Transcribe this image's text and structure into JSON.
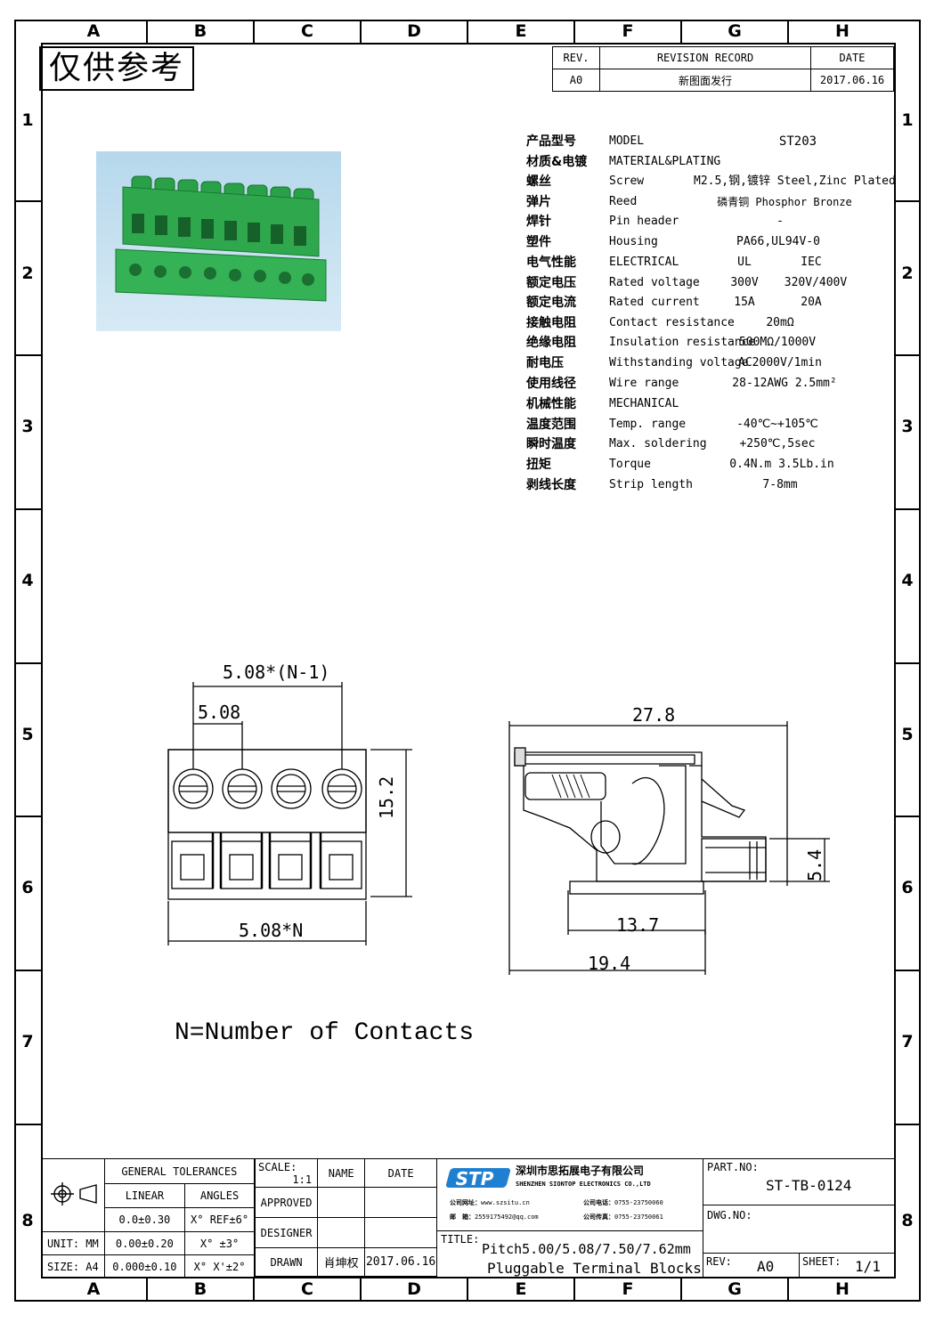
{
  "border": {
    "columns": [
      "A",
      "B",
      "C",
      "D",
      "E",
      "F",
      "G",
      "H"
    ],
    "rows": [
      "1",
      "2",
      "3",
      "4",
      "5",
      "6",
      "7",
      "8"
    ]
  },
  "stamp": "仅供参考",
  "revision": {
    "headers": [
      "REV.",
      "REVISION RECORD",
      "DATE"
    ],
    "row": [
      "A0",
      "新图面发行",
      "2017.06.16"
    ]
  },
  "specs": [
    {
      "cn": "产品型号",
      "en": "MODEL",
      "v1": "ST203",
      "v2": ""
    },
    {
      "cn": "材质&电镀",
      "en": "MATERIAL&PLATING",
      "v1": "",
      "v2": ""
    },
    {
      "cn": "螺丝",
      "en": "Screw",
      "v1": "M2.5,钢,镀锌 Steel,Zinc Plated",
      "v2": ""
    },
    {
      "cn": "弹片",
      "en": "Reed",
      "v1": "磷青铜 Phosphor Bronze",
      "v2": ""
    },
    {
      "cn": "焊针",
      "en": "Pin header",
      "v1": "-",
      "v2": ""
    },
    {
      "cn": "塑件",
      "en": "Housing",
      "v1": "PA66,UL94V-0",
      "v2": ""
    },
    {
      "cn": "电气性能",
      "en": "ELECTRICAL",
      "v1": "UL",
      "v2": "IEC"
    },
    {
      "cn": "额定电压",
      "en": "Rated voltage",
      "v1": "300V",
      "v2": "320V/400V"
    },
    {
      "cn": "额定电流",
      "en": "Rated current",
      "v1": "15A",
      "v2": "20A"
    },
    {
      "cn": "接触电阻",
      "en": "Contact resistance",
      "v1": "20mΩ",
      "v2": ""
    },
    {
      "cn": "绝缘电阻",
      "en": "Insulation resistance",
      "v1": "500MΩ/1000V",
      "v2": ""
    },
    {
      "cn": "耐电压",
      "en": "Withstanding voltage",
      "v1": "AC2000V/1min",
      "v2": ""
    },
    {
      "cn": "使用线径",
      "en": "Wire range",
      "v1": "28-12AWG 2.5mm²",
      "v2": ""
    },
    {
      "cn": "机械性能",
      "en": "MECHANICAL",
      "v1": "",
      "v2": ""
    },
    {
      "cn": "温度范围",
      "en": "Temp. range",
      "v1": "-40℃~+105℃",
      "v2": ""
    },
    {
      "cn": "瞬时温度",
      "en": "Max. soldering",
      "v1": "+250℃,5sec",
      "v2": ""
    },
    {
      "cn": "扭矩",
      "en": "Torque",
      "v1": "0.4N.m 3.5Lb.in",
      "v2": ""
    },
    {
      "cn": "剥线长度",
      "en": "Strip length",
      "v1": "7-8mm",
      "v2": ""
    }
  ],
  "front_view": {
    "dim_top": "5.08*(N-1)",
    "dim_pitch": "5.08",
    "dim_height": "15.2",
    "dim_bottom": "5.08*N"
  },
  "side_view": {
    "dim_top": "27.8",
    "dim_pin": "5.4",
    "dim_inner": "13.7",
    "dim_base": "19.4"
  },
  "note": "N=Number of Contacts",
  "title_block": {
    "general_tolerances": "GENERAL TOLERANCES",
    "linear": "LINEAR",
    "angles": "ANGLES",
    "tol_rows": [
      [
        "0.0±0.30",
        "X° REF±6°"
      ],
      [
        "0.00±0.20",
        "X° ±3°"
      ],
      [
        "0.000±0.10",
        "X° X'±2°"
      ]
    ],
    "unit": "UNIT: MM",
    "size": "SIZE: A4",
    "scale_label": "SCALE:",
    "scale_value": "1:1",
    "name_header": "NAME",
    "date_header": "DATE",
    "approved": "APPROVED",
    "designer": "DESIGNER",
    "drawn": "DRAWN",
    "drawn_name": "肖坤权",
    "drawn_date": "2017.06.16",
    "company_logo": "STP",
    "company_cn": "深圳市思拓展电子有限公司",
    "company_en": "SHENZHEN SIONTOP ELECTRONICS CO.,LTD",
    "contact_lines": [
      [
        "公司网址：",
        "www.szsitu.cn",
        "公司电话：",
        "0755-23750060"
      ],
      [
        "邮　箱：",
        "2559175492@qq.com",
        "公司传真：",
        "0755-23750061"
      ]
    ],
    "title_label": "TITLE:",
    "title_line1": "Pitch5.00/5.08/7.50/7.62mm",
    "title_line2": "Pluggable Terminal Blocks",
    "part_no_label": "PART.NO:",
    "part_no": "ST-TB-0124",
    "dwg_no_label": "DWG.NO:",
    "rev_label": "REV:",
    "rev_value": "A0",
    "sheet_label": "SHEET:",
    "sheet_value": "1/1"
  },
  "colors": {
    "connector_green": "#2e9e4b",
    "photo_bg": "#c5e0f0",
    "logo_blue": "#1f7fd1"
  }
}
